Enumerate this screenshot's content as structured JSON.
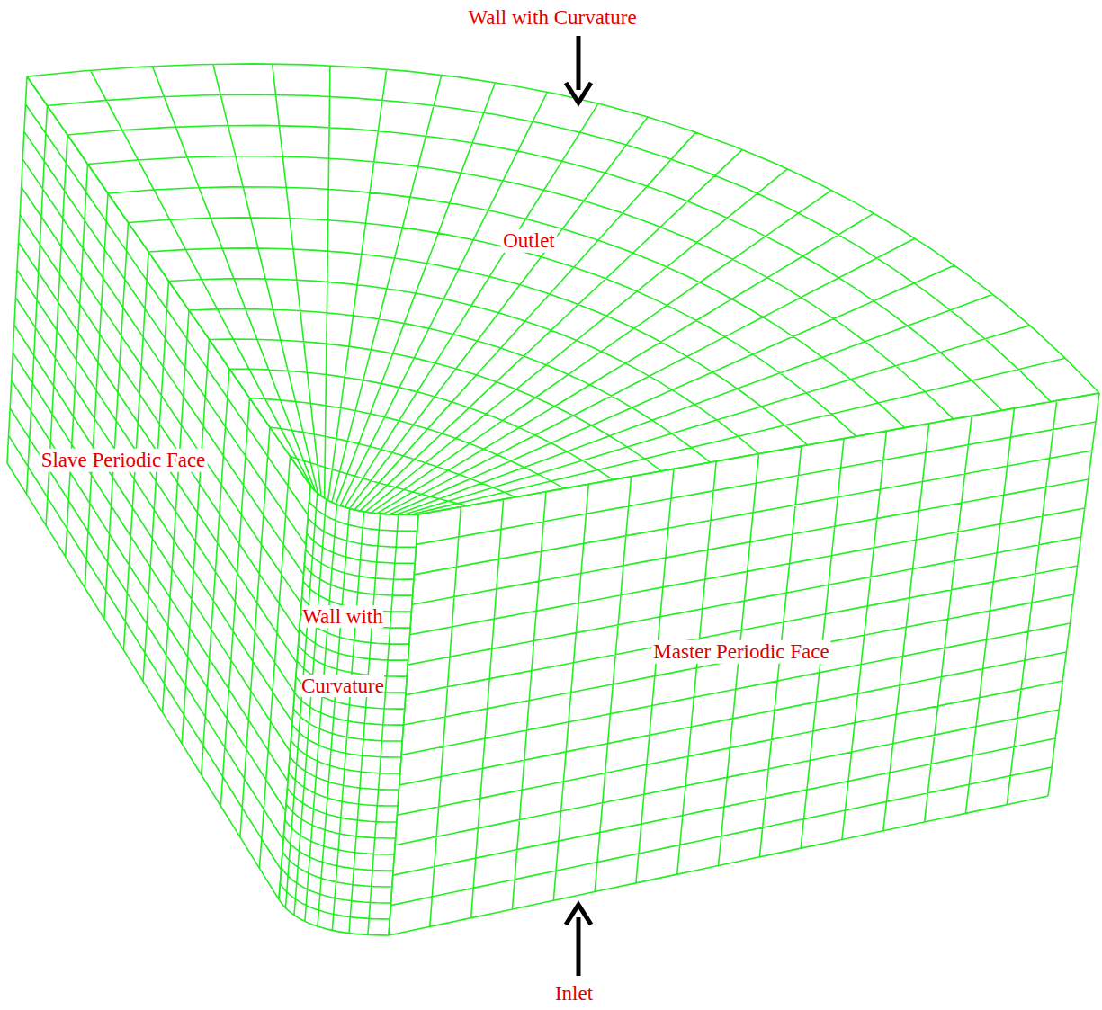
{
  "diagram": {
    "labels": [
      "Wall with Curvature",
      "Outlet",
      "Slave Periodic Face",
      "Wall with Curvature",
      "Master Periodic Face",
      "Inlet"
    ]
  }
}
